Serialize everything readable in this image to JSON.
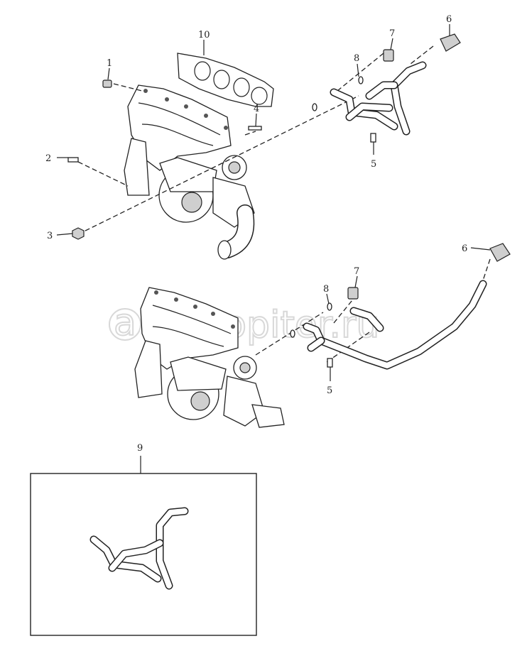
{
  "diagram": {
    "upper_assembly_callouts": [
      "1",
      "2",
      "3",
      "4",
      "5",
      "6",
      "7",
      "8",
      "10"
    ],
    "lower_assembly_callouts": [
      "5",
      "6",
      "7",
      "8"
    ],
    "inset_callout": "9"
  },
  "watermark": {
    "text": "autopiter.ru"
  }
}
